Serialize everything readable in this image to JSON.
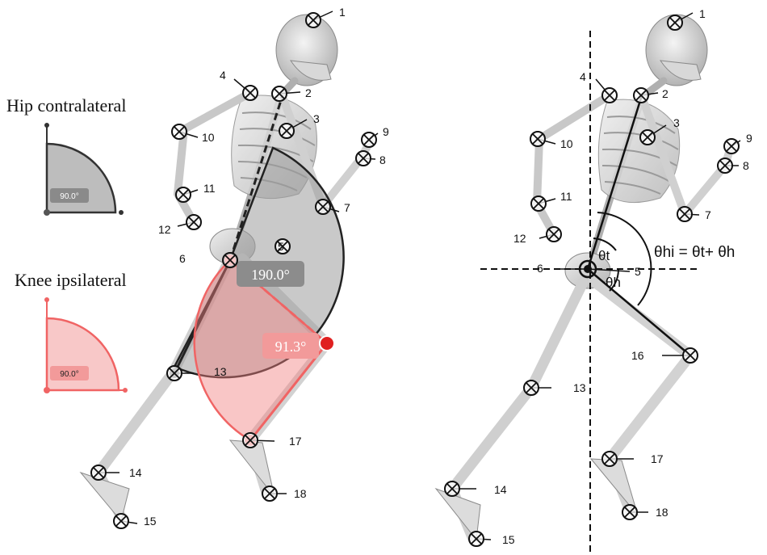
{
  "legend": {
    "hip": {
      "title": "Hip  contralateral",
      "readout": "90.0°",
      "color": "#3a3a3a",
      "fill": "#bdbdbd"
    },
    "knee": {
      "title": "Knee ipsilateral",
      "readout": "90.0°",
      "color": "#f06464",
      "fill": "#f8c8c8"
    }
  },
  "left_figure": {
    "hip_angle_label": "190.0°",
    "knee_angle_label": "91.3°",
    "markers": [
      "1",
      "2",
      "3",
      "4",
      "5",
      "6",
      "7",
      "8",
      "9",
      "10",
      "11",
      "12",
      "13",
      "14",
      "15",
      "17",
      "18"
    ]
  },
  "right_figure": {
    "equation": "θhi = θt+ θh",
    "theta_t": "θt",
    "theta_h": "θh",
    "markers": [
      "1",
      "2",
      "3",
      "4",
      "5",
      "6",
      "7",
      "8",
      "9",
      "10",
      "11",
      "12",
      "13",
      "14",
      "15",
      "16",
      "17",
      "18"
    ]
  },
  "colors": {
    "bone": "#cfcfcf",
    "bone_edge": "#8a8a8a",
    "marker": "#1a1a1a",
    "hip_sector": "#9c9c9c",
    "knee_sector": "#f28080",
    "accent_red": "#e02020"
  }
}
